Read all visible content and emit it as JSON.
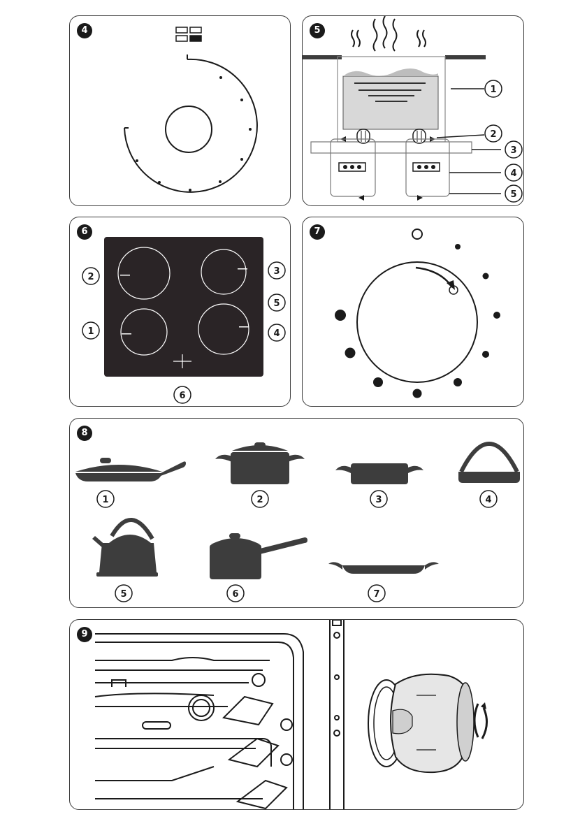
{
  "panels": {
    "p4": {
      "number": "4"
    },
    "p5": {
      "number": "5",
      "callouts": [
        "1",
        "2",
        "3",
        "4",
        "5"
      ]
    },
    "p6": {
      "number": "6",
      "callouts": [
        "1",
        "2",
        "3",
        "4",
        "5",
        "6"
      ]
    },
    "p7": {
      "number": "7"
    },
    "p8": {
      "number": "8",
      "callouts": [
        "1",
        "2",
        "3",
        "4",
        "5",
        "6",
        "7"
      ]
    },
    "p9": {
      "number": "9"
    }
  },
  "colors": {
    "ink": "#1a1a1a",
    "hob": "#2a2426",
    "cookware": "#3d3d3d",
    "line": "#3a3a3a"
  },
  "icons": [
    "zone-selector-icon",
    "hob-outline",
    "heat-wave-icon",
    "knob-dial",
    "cookware-icons",
    "oven-lamp-cover"
  ]
}
